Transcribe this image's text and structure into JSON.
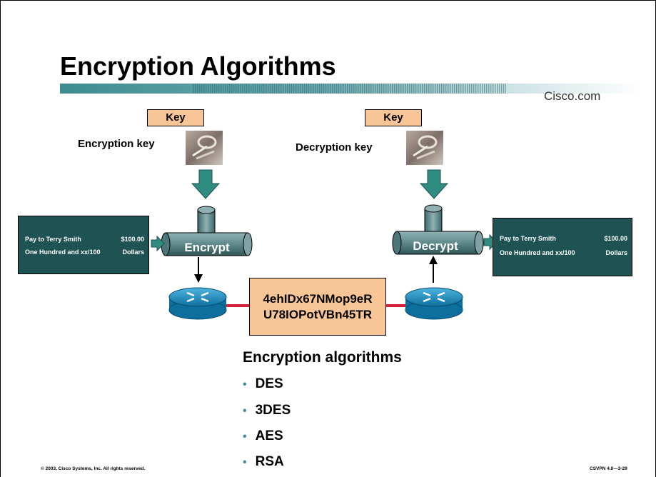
{
  "title": "Encryption Algorithms",
  "brand": "Cisco.com",
  "left": {
    "key_label": "Key",
    "key_caption": "Encryption key",
    "process_label": "Encrypt",
    "check_line1_left": "Pay to Terry Smith",
    "check_line1_right": "$100.00",
    "check_line2_left": "One Hundred and xx/100",
    "check_line2_right": "Dollars"
  },
  "right": {
    "key_label": "Key",
    "key_caption": "Decryption key",
    "process_label": "Decrypt",
    "check_line1_left": "Pay to Terry Smith",
    "check_line1_right": "$100.00",
    "check_line2_left": "One Hundred and xx/100",
    "check_line2_right": "Dollars"
  },
  "ciphertext": {
    "line1": "4ehIDx67NMop9eR",
    "line2": "U78IOPotVBn45TR"
  },
  "algorithms": {
    "heading": "Encryption algorithms",
    "items": [
      "DES",
      "3DES",
      "AES",
      "RSA"
    ]
  },
  "footer": {
    "copyright": "© 2003, Cisco Systems, Inc. All rights reserved.",
    "course": "CSVPN 4.0—3-29"
  },
  "colors": {
    "key_box": "#f8c596",
    "check_bg": "#1f5252",
    "arrow": "#2f8c7f",
    "cylinder": "#5f8a8c",
    "link": "#d4203a",
    "router": "#1b8fc4",
    "bullet": "#4a8ca8"
  }
}
